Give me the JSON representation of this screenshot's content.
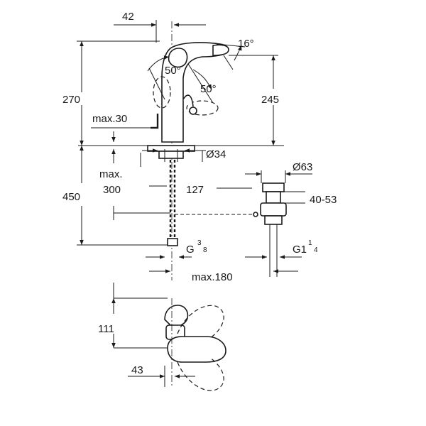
{
  "dimensions": {
    "top_offset": "42",
    "spout_angle": "16°",
    "lever_angle_left": "50°",
    "lever_angle_right": "50°",
    "total_height": "270",
    "spout_height": "245",
    "deck_thickness": "max.30",
    "supply_diameter": "Ø34",
    "hose_length_line1": "max.",
    "hose_length_line2": "300",
    "depth_total": "450",
    "waste_offset": "127",
    "waste_diameter": "Ø63",
    "waste_adjust": "40-53",
    "supply_thread_main": "G",
    "supply_thread_frac_num": "3",
    "supply_thread_frac_den": "8",
    "waste_thread_main": "G1",
    "waste_thread_frac_num": "1",
    "waste_thread_frac_den": "4",
    "max_reach": "max.180",
    "plan_height": "111",
    "plan_offset": "43"
  }
}
